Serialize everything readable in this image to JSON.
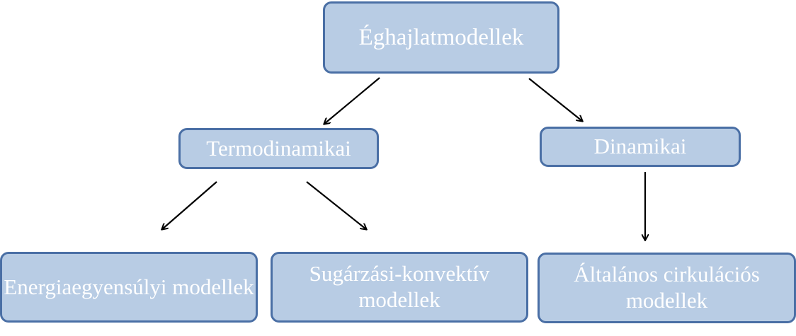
{
  "diagram": {
    "root": {
      "label": "Éghajlatmodellek"
    },
    "branches": [
      {
        "label": "Termodinamikai",
        "children": [
          {
            "label": "Energiaegyensúlyi modellek"
          },
          {
            "label": "Sugárzási-konvektív modellek"
          }
        ]
      },
      {
        "label": "Dinamikai",
        "children": [
          {
            "label": "Általános cirkulációs modellek"
          }
        ]
      }
    ],
    "colors": {
      "box_fill": "#b8cce4",
      "box_border": "#4a6fa5",
      "text": "#ffffff",
      "arrow": "#000000"
    }
  }
}
